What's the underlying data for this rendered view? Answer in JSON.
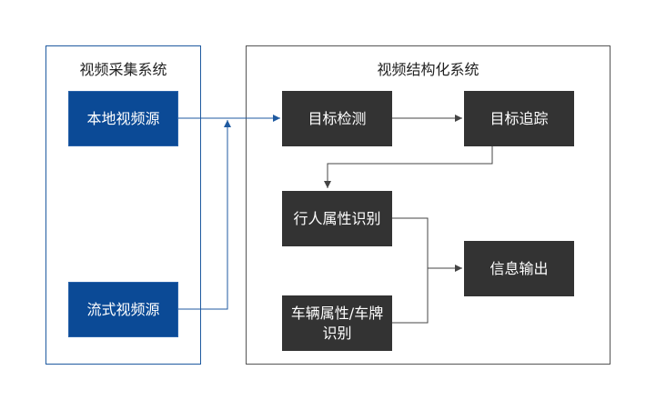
{
  "capture_system": {
    "title": "视频采集系统",
    "local_source": "本地视频源",
    "stream_source": "流式视频源"
  },
  "structuring_system": {
    "title": "视频结构化系统",
    "detection": "目标检测",
    "tracking": "目标追踪",
    "pedestrian": "行人属性识别",
    "vehicle": "车辆属性/车牌识别",
    "output": "信息输出"
  },
  "colors": {
    "blue_box": "#0b4a96",
    "dark_box": "#333333",
    "blue_line": "#1f5aa0",
    "dark_line": "#555555"
  }
}
